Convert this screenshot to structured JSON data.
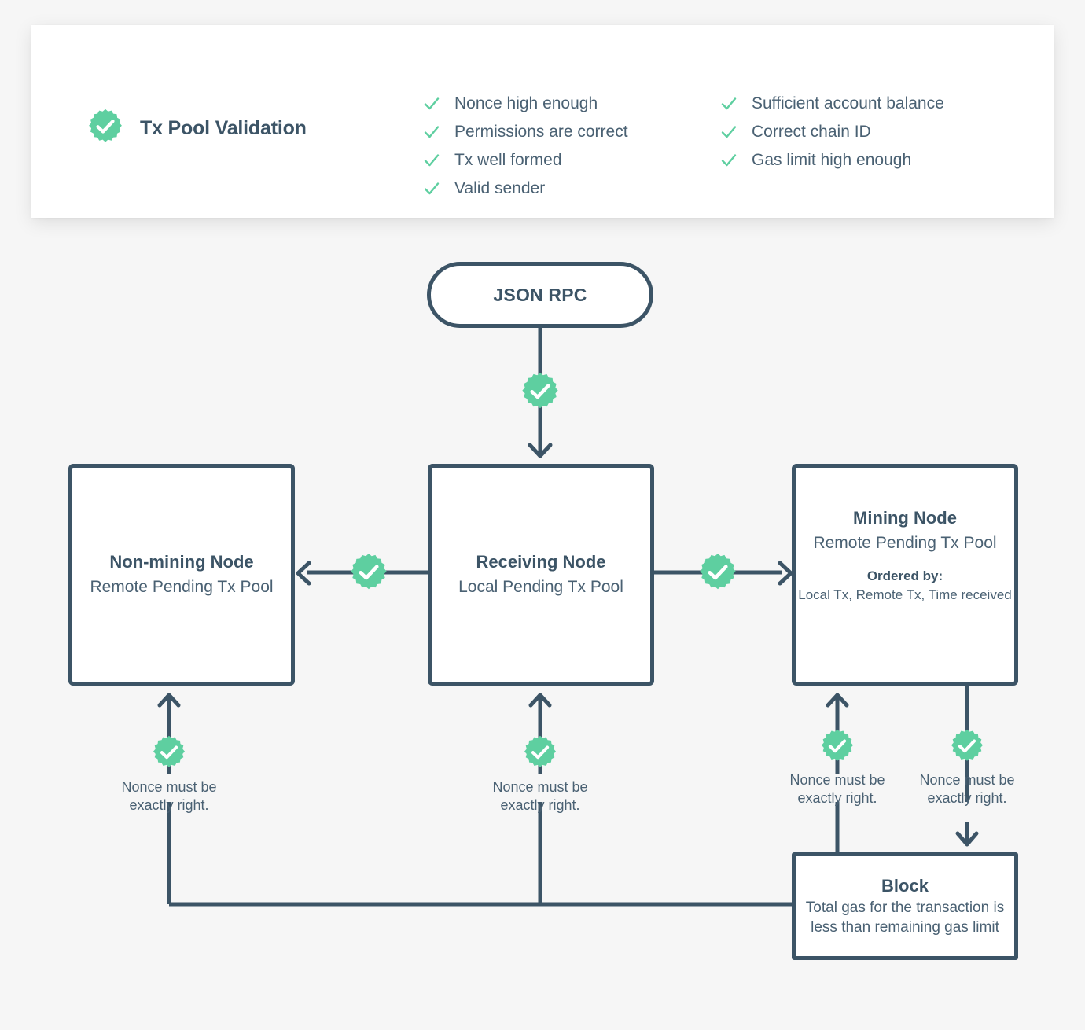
{
  "page": {
    "background_color": "#f6f6f6",
    "accent_color": "#5ecfa0",
    "line_color": "#3c5466",
    "text_color": "#4a6173"
  },
  "header": {
    "badge_icon": "verified-check-badge-icon",
    "title": "Tx Pool Validation",
    "checks_left": [
      "Nonce high enough",
      "Permissions are correct",
      "Tx well formed",
      "Valid sender"
    ],
    "checks_right": [
      "Sufficient account balance",
      "Correct chain ID",
      "Gas limit high enough"
    ]
  },
  "nodes": {
    "json_rpc": {
      "title": "JSON RPC"
    },
    "non_mining": {
      "title": "Non-mining Node",
      "subtitle": "Remote Pending\nTx Pool"
    },
    "receiving": {
      "title": "Receiving Node",
      "subtitle": "Local Pending\nTx Pool"
    },
    "mining": {
      "title": "Mining Node",
      "subtitle": "Remote Pending\nTx Pool",
      "ordered_label": "Ordered by:",
      "ordered_value": "Local Tx, Remote Tx,\nTime received"
    },
    "block": {
      "title": "Block",
      "subtitle": "Total gas for the\ntransaction is less than\nremaining gas limit"
    }
  },
  "edge_captions": {
    "non_mining_nonce": "Nonce must be\nexactly right.",
    "receiving_nonce": "Nonce must be\nexactly right.",
    "mining_nonce": "Nonce must be\nexactly right.",
    "block_nonce": "Nonce must be\nexactly right."
  }
}
